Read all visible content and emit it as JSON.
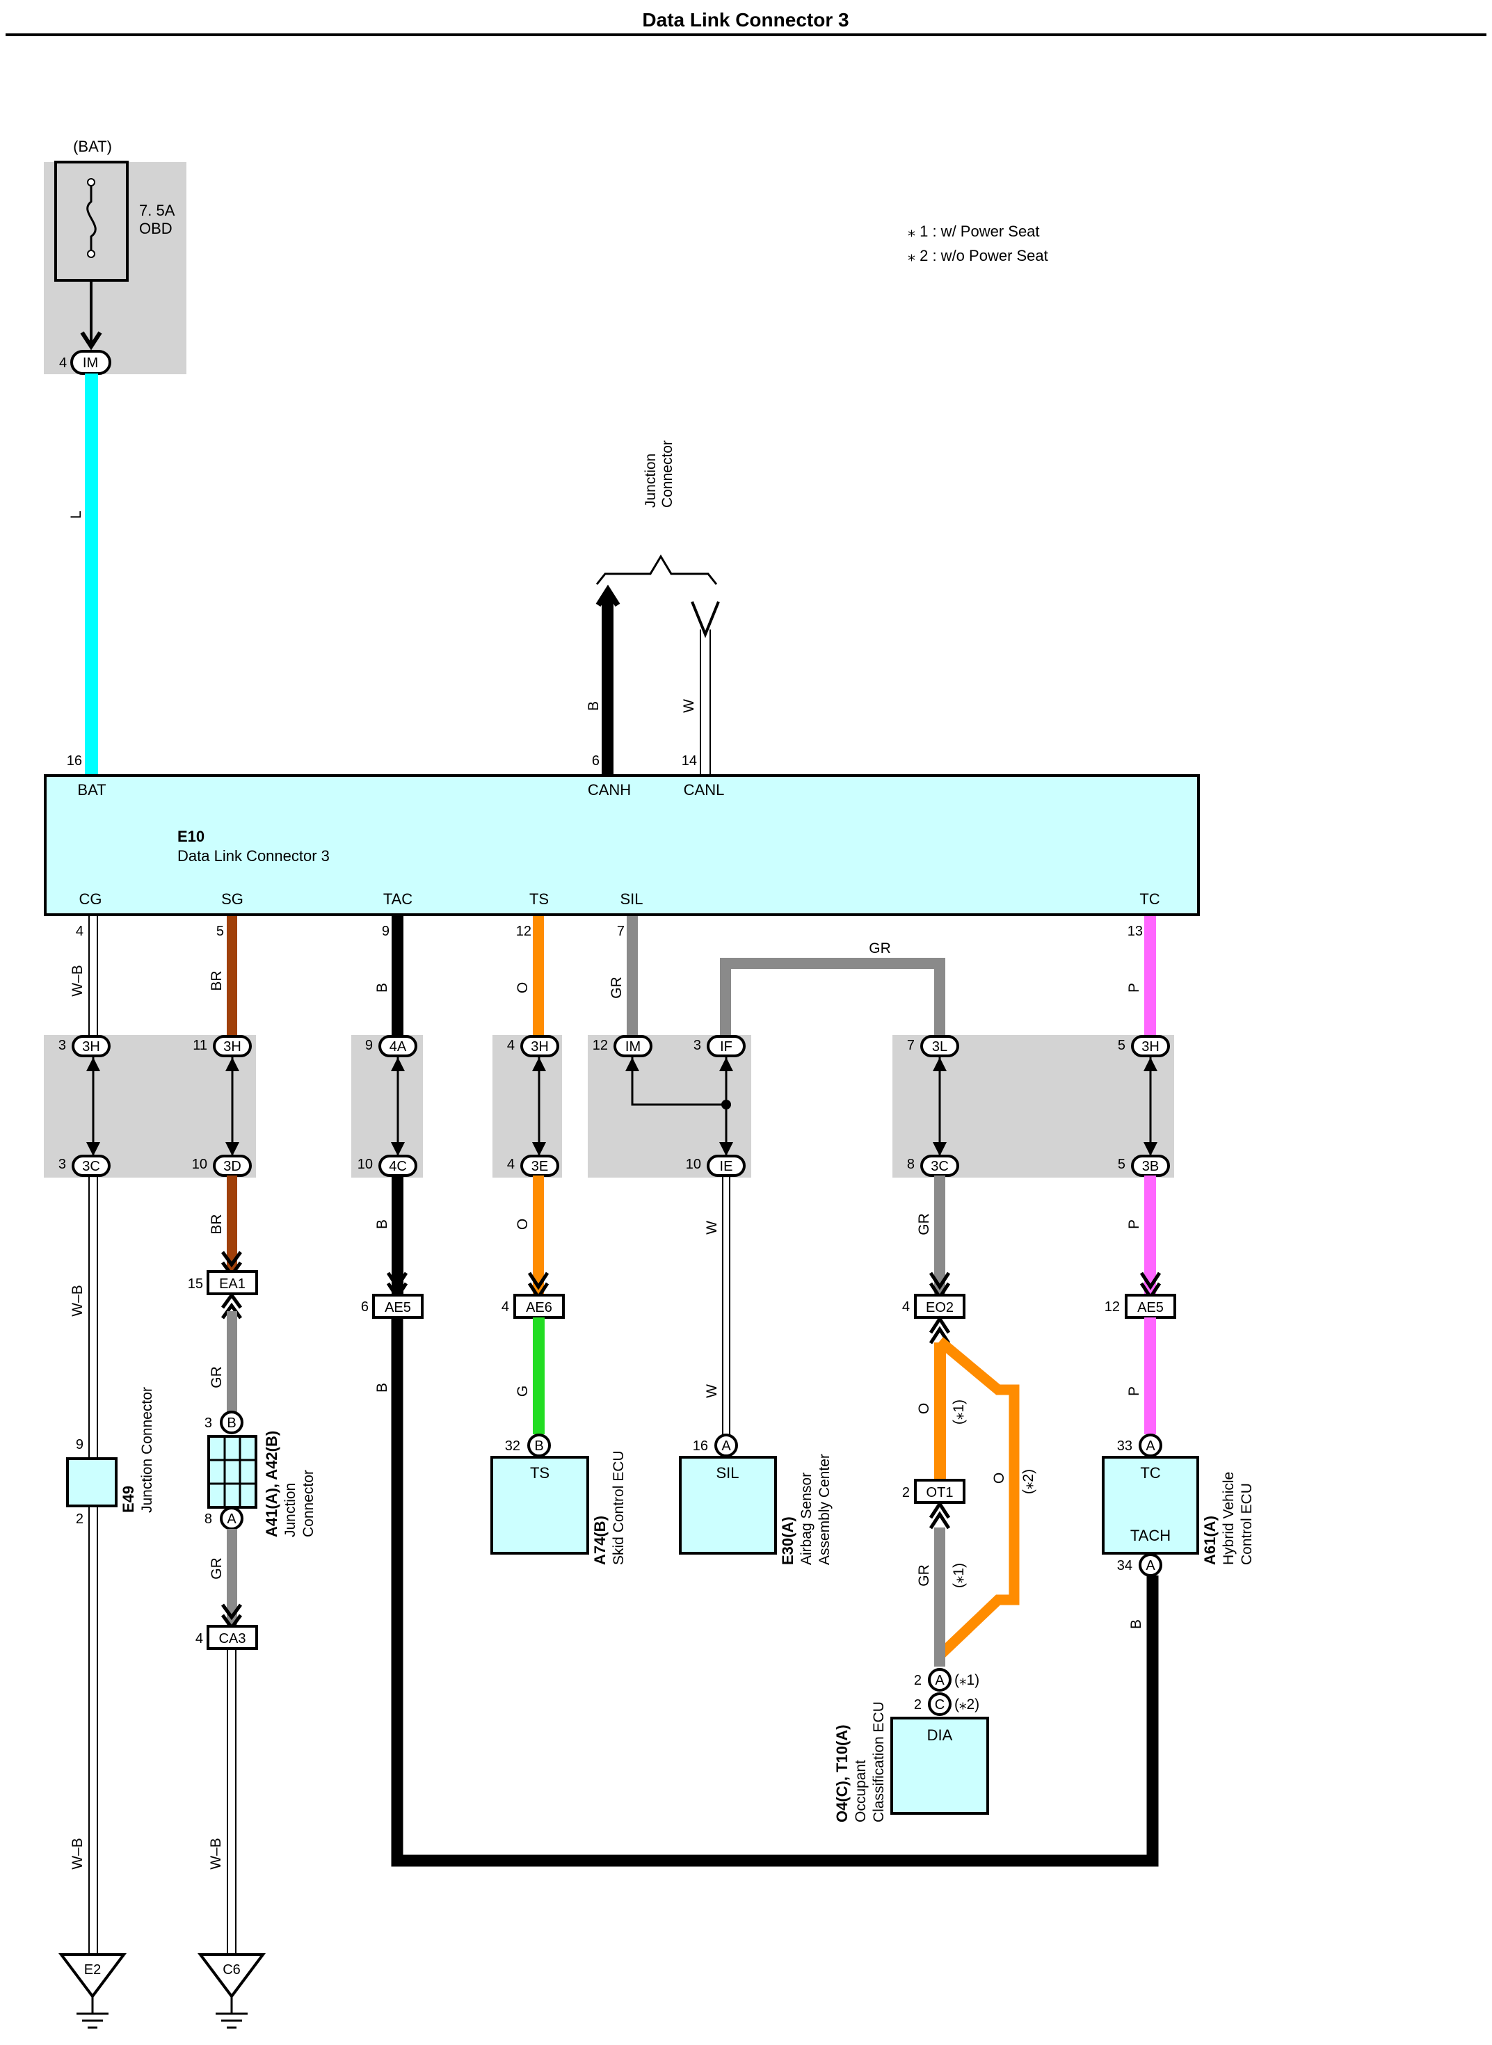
{
  "title": "Data Link Connector 3",
  "notes": [
    "⁎ 1 : w/ Power Seat",
    "⁎ 2 : w/o Power Seat"
  ],
  "fuse": {
    "source": "(BAT)",
    "rating": "7. 5A",
    "name": "OBD",
    "conn_pin": "4",
    "conn": "IM"
  },
  "junction_top": {
    "label_line1": "Junction",
    "label_line2": "Connector"
  },
  "dlc": {
    "ref": "E10",
    "name": "Data Link Connector 3",
    "top_pins": [
      {
        "num": "16",
        "label": "BAT",
        "wire": "L"
      },
      {
        "num": "6",
        "label": "CANH",
        "wire": "B"
      },
      {
        "num": "14",
        "label": "CANL",
        "wire": "W"
      }
    ],
    "bottom_pins": [
      {
        "num": "4",
        "label": "CG",
        "wire": "W–B"
      },
      {
        "num": "5",
        "label": "SG",
        "wire": "BR"
      },
      {
        "num": "9",
        "label": "TAC",
        "wire": "B"
      },
      {
        "num": "12",
        "label": "TS",
        "wire": "O"
      },
      {
        "num": "7",
        "label": "SIL",
        "wire": "GR"
      },
      {
        "num": "13",
        "label": "TC",
        "wire": "P"
      }
    ]
  },
  "gr_bus_label": "GR",
  "jb_connectors": [
    {
      "top_pin": "3",
      "top": "3H",
      "bot_pin": "3",
      "bot": "3C",
      "wire_below": "W–B"
    },
    {
      "top_pin": "11",
      "top": "3H",
      "bot_pin": "10",
      "bot": "3D",
      "wire_below": "BR"
    },
    {
      "top_pin": "9",
      "top": "4A",
      "bot_pin": "10",
      "bot": "4C",
      "wire_below": "B"
    },
    {
      "top_pin": "4",
      "top": "3H",
      "bot_pin": "4",
      "bot": "3E",
      "wire_below": "O"
    },
    {
      "top_pin": "12",
      "top": "IM",
      "bot_pin": "",
      "bot": "",
      "wire_below": ""
    },
    {
      "top_pin": "3",
      "top": "IF",
      "bot_pin": "10",
      "bot": "IE",
      "wire_below": "W"
    },
    {
      "top_pin": "7",
      "top": "3L",
      "bot_pin": "8",
      "bot": "3C",
      "wire_below": "GR"
    },
    {
      "top_pin": "5",
      "top": "3H",
      "bot_pin": "5",
      "bot": "3B",
      "wire_below": "P"
    }
  ],
  "inline_connectors": [
    {
      "pin": "15",
      "name": "EA1"
    },
    {
      "pin": "6",
      "name": "AE5"
    },
    {
      "pin": "4",
      "name": "AE6"
    },
    {
      "pin": "4",
      "name": "EO2"
    },
    {
      "pin": "12",
      "name": "AE5"
    },
    {
      "pin": "2",
      "name": "OT1"
    },
    {
      "pin": "4",
      "name": "CA3"
    }
  ],
  "wires_lower": {
    "ea1_gr": "GR",
    "ca3_gr": "GR",
    "ae5_b": "B",
    "ae6_g": "G",
    "ie_w": "W",
    "eo2_o": "O",
    "eo2_o_note": "(⁎1)",
    "alt_o": "O",
    "alt_o_note": "(⁎2)",
    "ot1_gr": "GR",
    "ot1_gr_note": "(⁎1)",
    "ae5_p": "P",
    "tach_b": "B",
    "cg_wb": "W–B",
    "ca3_wb": "W–B"
  },
  "e49": {
    "ref": "E49",
    "name": "Junction Connector",
    "pin_top": "9",
    "pin_bot": "2"
  },
  "a41": {
    "ref": "A41(A), A42(B)",
    "name1": "Junction",
    "name2": "Connector",
    "pin_b_num": "3",
    "pin_b": "B",
    "pin_a_num": "8",
    "pin_a": "A"
  },
  "a74": {
    "ref": "A74(B)",
    "name": "Skid Control ECU",
    "pin_num": "32",
    "pin": "B",
    "terminal": "TS"
  },
  "e30": {
    "ref": "E30(A)",
    "name1": "Airbag Sensor",
    "name2": "Assembly Center",
    "pin_num": "16",
    "pin": "A",
    "terminal": "SIL"
  },
  "a61": {
    "ref": "A61(A)",
    "name1": "Hybrid Vehicle",
    "name2": "Control ECU",
    "pin1_num": "33",
    "pin1": "A",
    "term1": "TC",
    "term2": "TACH",
    "pin2_num": "34",
    "pin2": "A"
  },
  "o4": {
    "ref": "O4(C), T10(A)",
    "name1": "Occupant",
    "name2": "Classification ECU",
    "pin1_num": "2",
    "pin1": "A",
    "pin1_note": "(⁎1)",
    "pin2_num": "2",
    "pin2": "C",
    "pin2_note": "(⁎2)",
    "terminal": "DIA"
  },
  "grounds": [
    {
      "name": "E2"
    },
    {
      "name": "C6"
    }
  ],
  "colors": {
    "L": "#00ffff",
    "B": "#000000",
    "BR": "#a0400a",
    "O": "#ff8c00",
    "GR": "#8a8a8a",
    "G": "#22dd22",
    "P": "#ff66ff",
    "box": "#ccffff",
    "jb": "#d3d3d3"
  }
}
